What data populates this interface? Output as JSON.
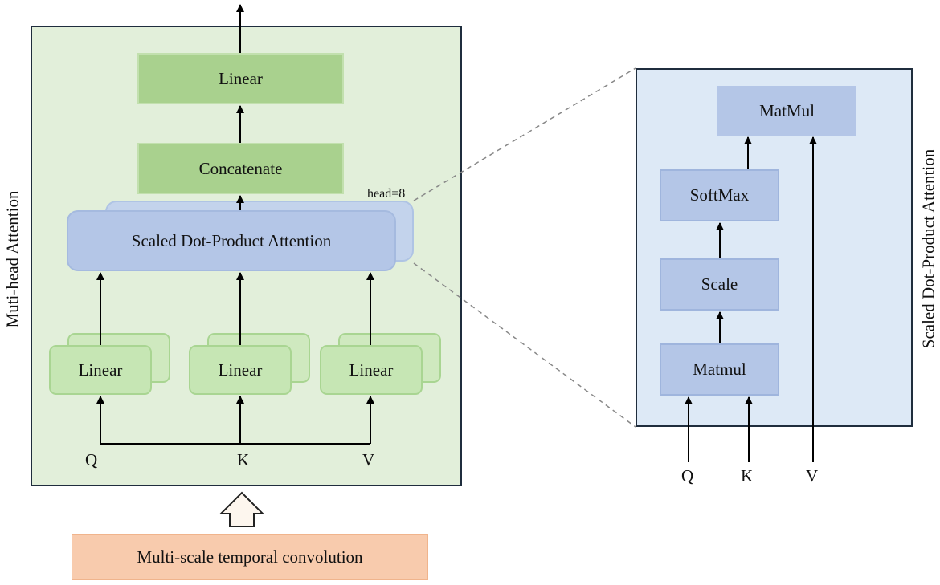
{
  "left_panel": {
    "side_label": "Muti-head  Attention",
    "linear_top": "Linear",
    "concatenate": "Concatenate",
    "head_note": "head=8",
    "sdpa": "Scaled Dot-Product Attention",
    "linear_q": "Linear",
    "linear_k": "Linear",
    "linear_v": "Linear",
    "input_q": "Q",
    "input_k": "K",
    "input_v": "V"
  },
  "bottom_block": {
    "label": "Multi-scale temporal convolution"
  },
  "right_panel": {
    "side_label": "Scaled Dot-Product Attention",
    "matmul_top": "MatMul",
    "softmax": "SoftMax",
    "scale": "Scale",
    "matmul_bottom": "Matmul",
    "input_q": "Q",
    "input_k": "K",
    "input_v": "V"
  },
  "colors": {
    "left_panel_bg": "#e2efda",
    "right_panel_bg": "#dde9f6",
    "green_box": "#a9d18e",
    "blue_box": "#b4c6e7",
    "conv_box": "#f8cbad"
  }
}
